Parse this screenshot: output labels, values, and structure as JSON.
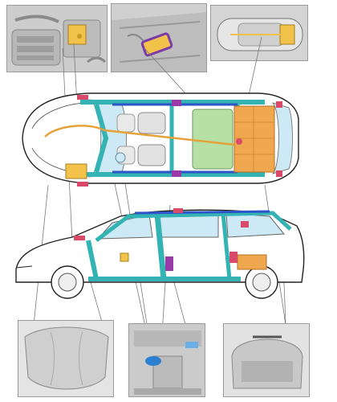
{
  "title": "",
  "colors": {
    "structure": "#33b3b3",
    "body_outline": "#222222",
    "battery": "#f2c24a",
    "fuel_tank": "#b6e0a6",
    "rear_module": "#f0a850",
    "sensor_red": "#d94a6a",
    "sensor_purple": "#9a3aa8",
    "blue_rail": "#2d55c8",
    "glass": "#cde9f5",
    "leader": "#7a7a7a"
  },
  "panels": {
    "top_left": "engine-bay-closeup",
    "top_mid": "module-closeup",
    "top_right": "car-top-thumbnail",
    "bottom_left": "front-hood-view",
    "bottom_mid": "interior-console-view",
    "bottom_right": "rear-hatch-view"
  },
  "icons": {
    "car_top": "car-top-view-icon",
    "car_side": "car-side-view-icon"
  }
}
